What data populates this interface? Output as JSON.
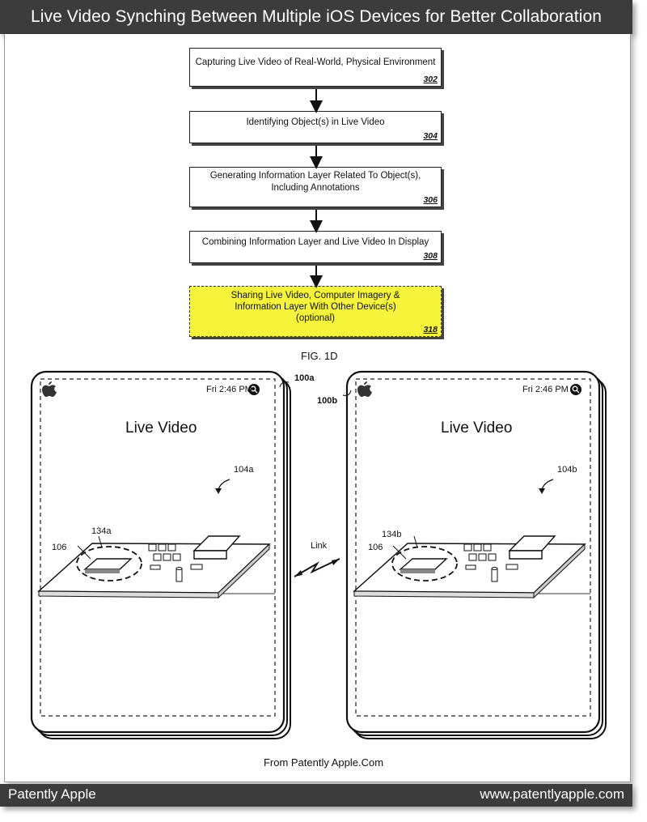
{
  "header": {
    "title": "Live Video Synching Between Multiple iOS Devices for Better Collaboration"
  },
  "flowchart": {
    "steps": [
      {
        "text": "Capturing Live Video of Real-World, Physical Environment",
        "ref": "302"
      },
      {
        "text": "Identifying Object(s) in Live Video",
        "ref": "304"
      },
      {
        "text": "Generating Information Layer Related To Object(s),\nIncluding Annotations",
        "ref": "306"
      },
      {
        "text": "Combining Information Layer and Live Video In Display",
        "ref": "308"
      },
      {
        "text": "Sharing Live Video, Computer Imagery &\nInformation Layer With Other Device(s)\n(optional)",
        "ref": "318"
      }
    ],
    "figure_label": "FIG. 1D"
  },
  "devices": [
    {
      "ref": "100a",
      "status_time": "Fri  2:46 PM",
      "screen_title": "Live Video",
      "view_ref": "104a",
      "object_ref": "134a",
      "chip_ref": "106"
    },
    {
      "ref": "100b",
      "status_time": "Fri  2:46 PM",
      "screen_title": "Live Video",
      "view_ref": "104b",
      "object_ref": "134b",
      "chip_ref": "106"
    }
  ],
  "link_label": "Link",
  "credit": "From Patently Apple.Com",
  "footer": {
    "brand": "Patently Apple",
    "url": "www.patentlyapple.com"
  },
  "colors": {
    "bar": "#3c3c3c",
    "highlight": "#f5f43a"
  }
}
